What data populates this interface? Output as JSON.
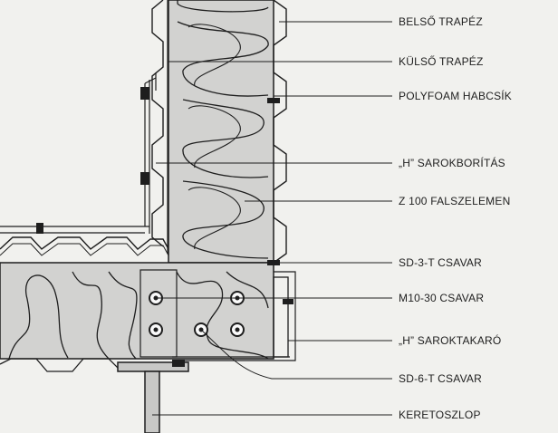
{
  "labels": [
    "BELSŐ TRAPÉZ",
    "KÜLSŐ TRAPÉZ",
    "POLYFOAM HABCSÍK",
    "„H” SAROKBORÍTÁS",
    "Z 100 FALSZELEMEN",
    "SD-3-T CSAVAR",
    "M10-30 CSAVAR",
    "„H” SAROKTAKARÓ",
    "SD-6-T CSAVAR",
    "KERETOSZLOP"
  ],
  "colors": {
    "background": "#f1f1ee",
    "panel_fill": "#d2d2d0",
    "line": "#1e1e1e"
  }
}
